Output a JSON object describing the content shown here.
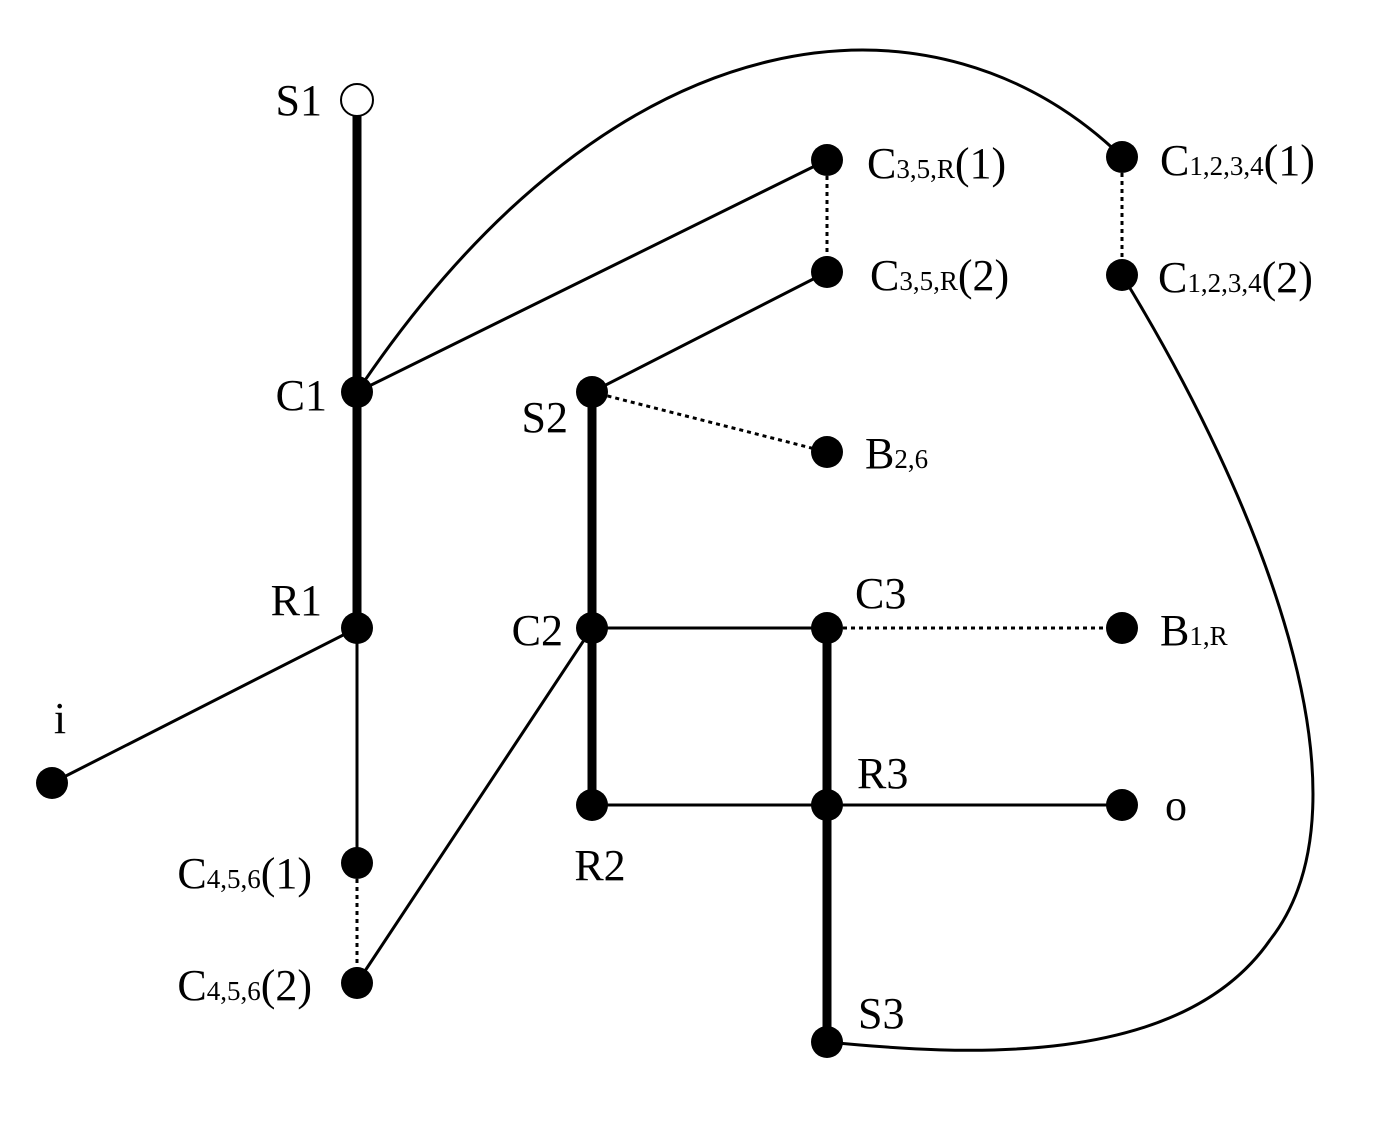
{
  "diagram": {
    "colors": {
      "ink": "#000000",
      "background": "#ffffff",
      "open_node": "#ffffff"
    },
    "nodes": [
      {
        "id": "S1",
        "label": "S1",
        "fill": "open"
      },
      {
        "id": "C1",
        "label": "C1"
      },
      {
        "id": "R1",
        "label": "R1"
      },
      {
        "id": "i",
        "label": "i"
      },
      {
        "id": "C456_1",
        "label_main": "C",
        "label_sub": "4,5,6",
        "label_tail": "(1)"
      },
      {
        "id": "C456_2",
        "label_main": "C",
        "label_sub": "4,5,6",
        "label_tail": "(2)"
      },
      {
        "id": "C35R_1",
        "label_main": "C",
        "label_sub": "3,5,R",
        "label_tail": "(1)"
      },
      {
        "id": "C35R_2",
        "label_main": "C",
        "label_sub": "3,5,R",
        "label_tail": "(2)"
      },
      {
        "id": "C1234_1",
        "label_main": "C",
        "label_sub": "1,2,3,4",
        "label_tail": "(1)"
      },
      {
        "id": "C1234_2",
        "label_main": "C",
        "label_sub": "1,2,3,4",
        "label_tail": "(2)"
      },
      {
        "id": "S2",
        "label": "S2"
      },
      {
        "id": "B26",
        "label_main": "B",
        "label_sub": "2,6",
        "label_tail": ""
      },
      {
        "id": "C2",
        "label": "C2"
      },
      {
        "id": "C3",
        "label": "C3"
      },
      {
        "id": "B1R",
        "label_main": "B",
        "label_sub": "1,R",
        "label_tail": ""
      },
      {
        "id": "R2",
        "label": "R2"
      },
      {
        "id": "R3",
        "label": "R3"
      },
      {
        "id": "o",
        "label": "o"
      },
      {
        "id": "S3",
        "label": "S3"
      }
    ],
    "edges": [
      {
        "from": "S1",
        "to": "C1",
        "style": "thick"
      },
      {
        "from": "C1",
        "to": "R1",
        "style": "thick"
      },
      {
        "from": "R1",
        "to": "C456_1",
        "style": "thin"
      },
      {
        "from": "C456_1",
        "to": "C456_2",
        "style": "dotted"
      },
      {
        "from": "R1",
        "to": "i",
        "style": "thin"
      },
      {
        "from": "C1",
        "to": "C35R_1",
        "style": "thin"
      },
      {
        "from": "C35R_1",
        "to": "C35R_2",
        "style": "dotted"
      },
      {
        "from": "C35R_2",
        "to": "S2",
        "style": "thin"
      },
      {
        "from": "C1",
        "to": "C1234_1",
        "style": "curve"
      },
      {
        "from": "C1234_1",
        "to": "C1234_2",
        "style": "dotted"
      },
      {
        "from": "C1234_2",
        "to": "S3",
        "style": "curve"
      },
      {
        "from": "S2",
        "to": "B26",
        "style": "dotted"
      },
      {
        "from": "S2",
        "to": "C2",
        "style": "thick"
      },
      {
        "from": "C2",
        "to": "R2",
        "style": "thick"
      },
      {
        "from": "C2",
        "to": "C456_2",
        "style": "thin"
      },
      {
        "from": "C2",
        "to": "C3",
        "style": "thin"
      },
      {
        "from": "C3",
        "to": "B1R",
        "style": "dotted"
      },
      {
        "from": "C3",
        "to": "R3",
        "style": "thick"
      },
      {
        "from": "R2",
        "to": "R3",
        "style": "thin"
      },
      {
        "from": "R3",
        "to": "o",
        "style": "thin"
      },
      {
        "from": "R3",
        "to": "S3",
        "style": "thick"
      }
    ]
  }
}
